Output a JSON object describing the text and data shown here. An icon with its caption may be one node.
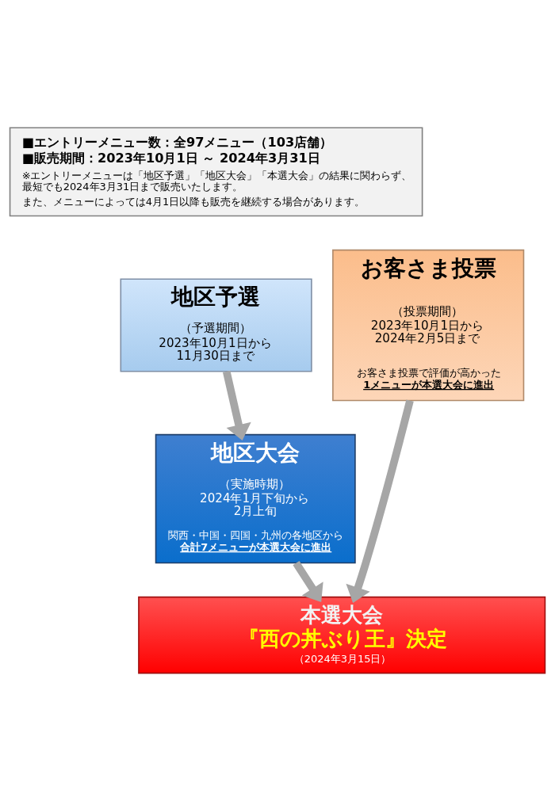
{
  "diagram": {
    "nodes": [
      {
        "text": [
          "■エントリーメニュー数：全97メニュー（103店舗）",
          "■販売期間：2023年10月1日 ～ 2024年3月31日",
          "※エントリーメニューは「地区予選」「地区大会」「本選大会」の結果に関わらず、最短でも2024年3月31日まで販売いたします。",
          "また、メニューによっては4月1日以降も販売を継続する場合があります。"
        ]
      },
      {
        "text": [
          "地区予選",
          "（予選期間）",
          "2023年10月1日から11月30日まで"
        ]
      },
      {
        "text": [
          "お客さま投票",
          "（投票期間）",
          "2023年10月1日から2024年2月5日まで",
          "お客さま投票で評価が高かった",
          "1メニューが本選大会に進出"
        ]
      },
      {
        "text": [
          "地区大会",
          "（実施時期）",
          "2024年1月下旬から2月上旬",
          "関西・中国・四国・九州の各地区から",
          "合計7メニューが本選大会に進出"
        ]
      },
      {
        "text": [
          "本選大会",
          "『西の丼ぶり王』決定",
          "（2024年3月15日）"
        ]
      }
    ],
    "edges": [
      {
        "from": 1,
        "to": 3,
        "arrow": "to"
      },
      {
        "from": 3,
        "to": 4,
        "arrow": "to"
      },
      {
        "from": 2,
        "to": 4,
        "arrow": "to"
      }
    ]
  }
}
